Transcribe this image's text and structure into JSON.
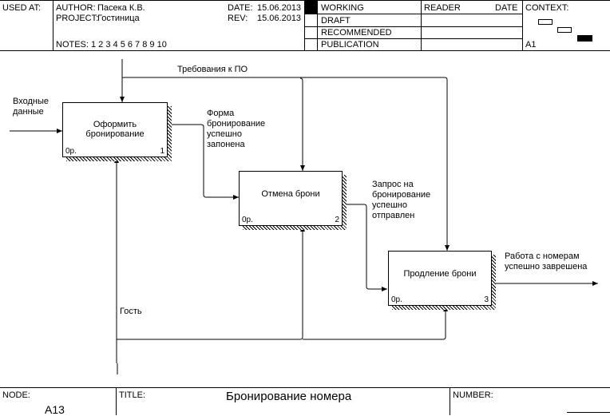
{
  "header": {
    "used_at": "USED AT:",
    "author_label": "AUTHOR:",
    "author": "Пасека К.В.",
    "project_label": "PROJECT:",
    "project": "Гостиница",
    "notes": "NOTES:  1  2  3  4  5  6  7  8  9  10",
    "date_label": "DATE:",
    "date": "15.06.2013",
    "rev_label": "REV:",
    "rev": "15.06.2013",
    "status": [
      "WORKING",
      "DRAFT",
      "RECOMMENDED",
      "PUBLICATION"
    ],
    "reader": "READER",
    "date_col": "DATE",
    "context": "CONTEXT:",
    "context_node": "A1"
  },
  "boxes": [
    {
      "name": "Оформить бронирование",
      "cost": "0р.",
      "num": "1"
    },
    {
      "name": "Отмена брони",
      "cost": "0р.",
      "num": "2"
    },
    {
      "name": "Продление брони",
      "cost": "0р.",
      "num": "3"
    }
  ],
  "arrows": {
    "input": "Входные\nданные",
    "control": "Требования к ПО",
    "out1": "Форма\nбронирование\nуспешно\nзапонена",
    "out2": "Запрос на\nбронирование\nуспешно\nотправлен",
    "output": "Работа с номерам\nуспешно заврешена",
    "mechanism": "Гость"
  },
  "footer": {
    "node_label": "NODE:",
    "node": "A13",
    "title_label": "TITLE:",
    "title": "Бронирование номера",
    "number_label": "NUMBER:"
  }
}
